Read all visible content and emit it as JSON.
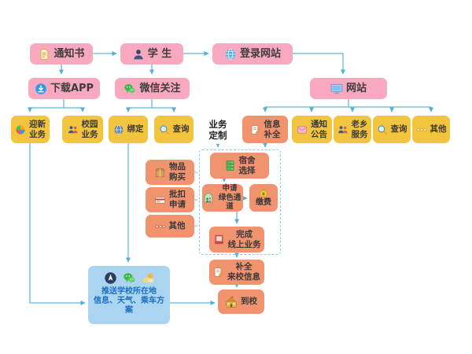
{
  "colors": {
    "pink_box": "#f8a9c0",
    "yellow_box": "#f3c53e",
    "orange_box": "#f1936f",
    "blue_box": "#abd4f0",
    "connector_line": "#7cc3de",
    "blue_text": "#1a6fbf",
    "dark_text": "#3a3a3a"
  },
  "nodes": {
    "notice": {
      "label": "通知书",
      "icon": "document-icon"
    },
    "student": {
      "label": "学 生",
      "icon": "student-icon"
    },
    "login": {
      "label": "登录网站",
      "icon": "globe-icon"
    },
    "download_app": {
      "label": "下载APP",
      "icon": "app-download-icon"
    },
    "wechat_follow": {
      "label": "微信关注",
      "icon": "wechat-icon"
    },
    "website": {
      "label": "网站",
      "icon": "monitor-icon"
    },
    "welcome_biz": {
      "label": "迎新\n业务",
      "icon": "pinwheel-icon"
    },
    "campus_biz": {
      "label": "校园\n业务",
      "icon": "people-icon"
    },
    "bind": {
      "label": "绑定",
      "icon": "globe-icon"
    },
    "query1": {
      "label": "查询",
      "icon": "search-icon"
    },
    "biz_custom": {
      "label": "业务\n定制"
    },
    "info_complete": {
      "label": "信息\n补全",
      "icon": "form-pencil-icon"
    },
    "notice_board": {
      "label": "通知\n公告",
      "icon": "envelope-icon"
    },
    "hometown": {
      "label": "老乡\n服务",
      "icon": "people-icon"
    },
    "query2": {
      "label": "查询",
      "icon": "search-icon"
    },
    "other1": {
      "label": "其他",
      "icon": "dots-icon"
    },
    "goods_buy": {
      "label": "物品\n购买",
      "icon": "box-icon"
    },
    "batch_apply": {
      "label": "批扣\n申请",
      "icon": "card-icon"
    },
    "other2": {
      "label": "其他",
      "icon": "dots-icon"
    },
    "dorm_select": {
      "label": "宿舍\n选择",
      "icon": "cabinet-icon"
    },
    "green_channel": {
      "label": "申请\n绿色通道",
      "icon": "green-channel-icon"
    },
    "pay": {
      "label": "缴费",
      "icon": "money-bag-icon"
    },
    "finish_online": {
      "label": "完成\n线上业务",
      "icon": "red-book-icon"
    },
    "complete_info": {
      "label": "补全\n来校信息",
      "icon": "form-pencil-icon"
    },
    "arrive": {
      "label": "到校",
      "icon": "school-building-icon"
    },
    "push_info": {
      "label": "推送学校所在地\n信息、天气、乘车方案",
      "icons": [
        "compass-icon",
        "wechat-icon",
        "weather-icon"
      ]
    }
  }
}
